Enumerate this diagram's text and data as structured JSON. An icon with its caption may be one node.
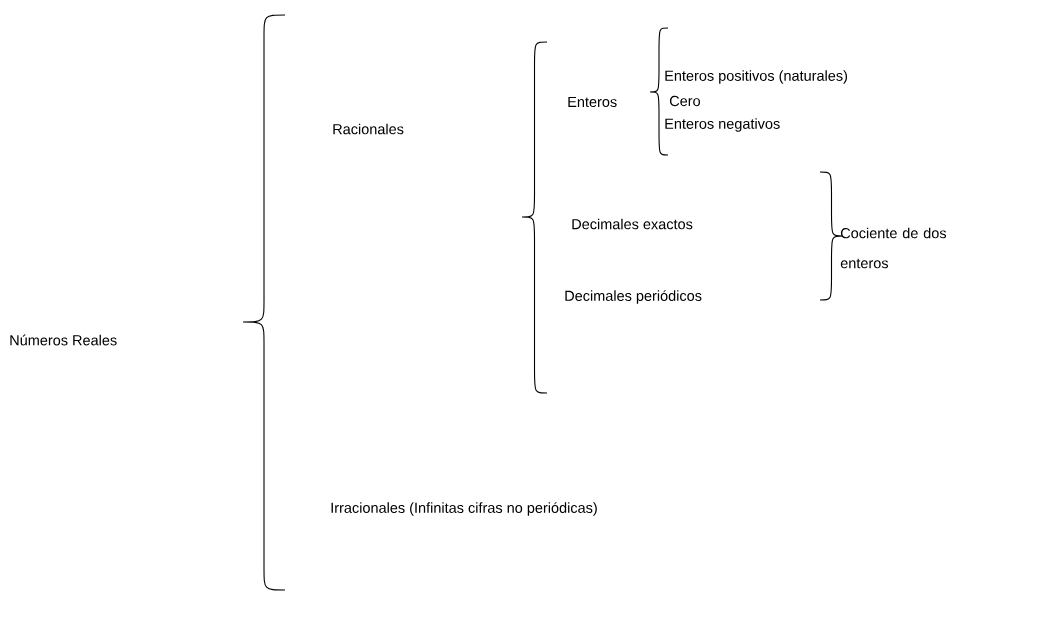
{
  "diagram": {
    "labels": [
      "Enteros positivos (naturales)",
      "Enteros",
      "Cero",
      "Racionales",
      "Enteros negativos",
      "Decimales exactos",
      "Cociente de dos enteros",
      "Decimales periódicos",
      "Números Reales",
      "Irracionales (Infinitas cifras no periódicas)"
    ]
  }
}
